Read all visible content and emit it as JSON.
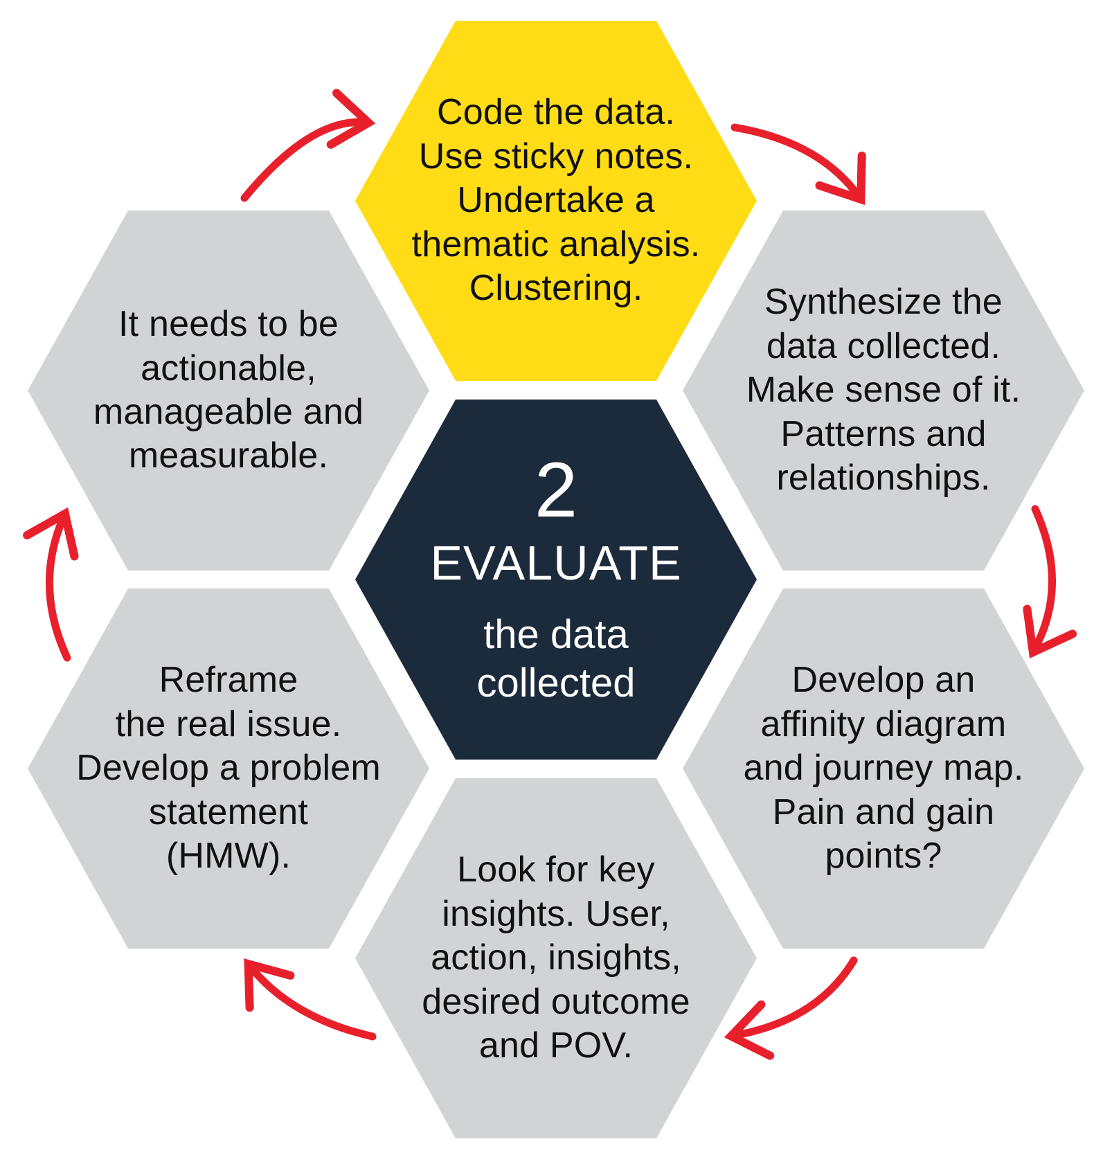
{
  "colors": {
    "highlight_yellow": "#FFDC15",
    "center_navy": "#1C2B3B",
    "hex_gray": "#D1D3D4",
    "arrow_red": "#E8202B",
    "text_black": "#111111",
    "center_text_white": "#FFFFFF"
  },
  "center": {
    "step_number": "2",
    "title": "EVALUATE",
    "subtitle": "the data\ncollected"
  },
  "hexagons": {
    "top": {
      "text": "Code the data.\nUse sticky notes.\nUndertake a\nthematic analysis.\nClustering."
    },
    "upper_right": {
      "text": "Synthesize the\ndata collected.\nMake sense of it.\nPatterns and\nrelationships."
    },
    "lower_right": {
      "text": "Develop an\naffinity diagram\nand journey map.\nPain and gain\npoints?"
    },
    "bottom": {
      "text": "Look for key\ninsights. User,\naction, insights,\ndesired outcome\nand POV."
    },
    "lower_left": {
      "text": "Reframe\nthe real issue.\nDevelop a problem\nstatement\n(HMW)."
    },
    "upper_left": {
      "text": "It needs to be\nactionable,\nmanageable and\nmeasurable."
    }
  },
  "arrows": [
    "curved-arrow-upper-left",
    "curved-arrow-upper-right",
    "curved-arrow-right",
    "curved-arrow-lower-right",
    "curved-arrow-lower-left",
    "curved-arrow-left"
  ]
}
